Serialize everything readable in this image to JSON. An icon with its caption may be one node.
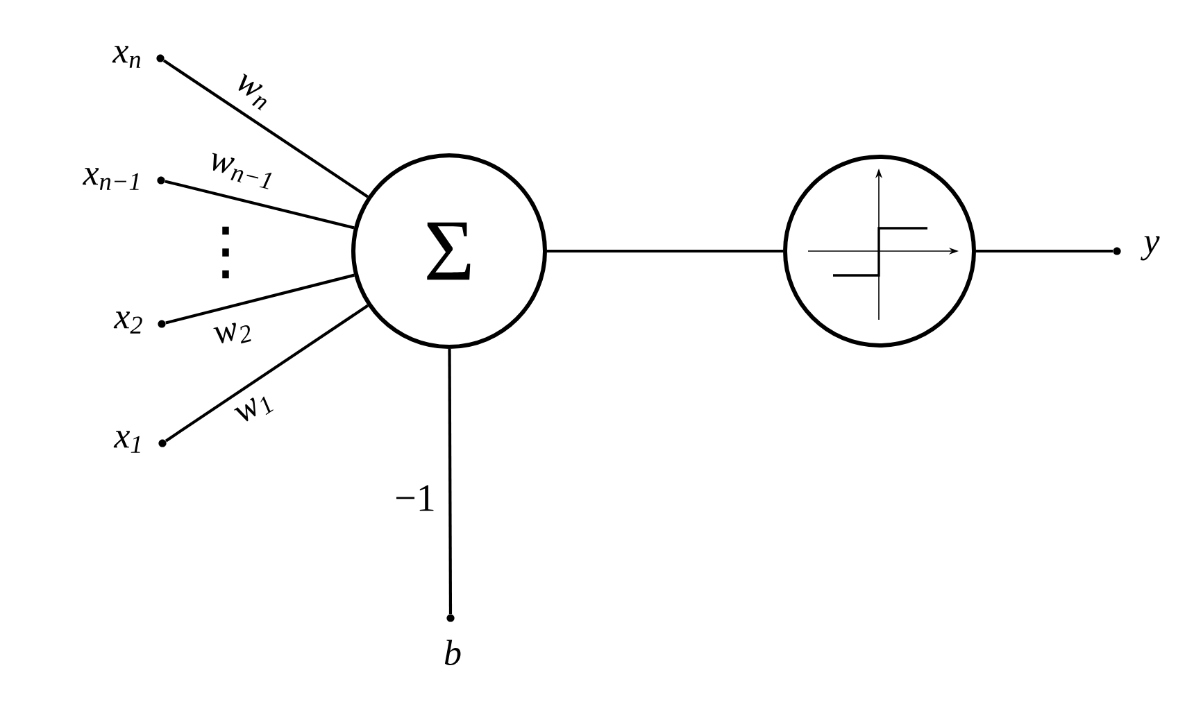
{
  "diagram": {
    "nodes": [
      {
        "text": [],
        "shape": "dot",
        "beside": [
          "x$_{n}$"
        ]
      },
      {
        "text": [],
        "shape": "dot",
        "beside": [
          "x$_{n−1}$"
        ]
      },
      {
        "text": [],
        "shape": "dot",
        "beside": [
          "x$_{2}$"
        ]
      },
      {
        "text": [],
        "shape": "dot",
        "beside": [
          "x$_{1}$"
        ]
      },
      {
        "text": [
          "Σ"
        ]
      },
      {
        "text": [],
        "shape": "circle"
      },
      {
        "text": [],
        "shape": "dot",
        "beside": [
          "y"
        ]
      },
      {
        "text": [],
        "shape": "dot",
        "beside": [
          "b"
        ]
      }
    ],
    "edges": [
      {
        "from": 0,
        "to": 4,
        "arrow": "none",
        "label": "w$_{n}$"
      },
      {
        "from": 1,
        "to": 4,
        "arrow": "none",
        "label": "w$_{n−1}$"
      },
      {
        "from": 2,
        "to": 4,
        "arrow": "none",
        "label": "w$_{2}$"
      },
      {
        "from": 3,
        "to": 4,
        "arrow": "none",
        "label": "w$_{1}$"
      },
      {
        "from": 7,
        "to": 4,
        "arrow": "none",
        "label": "−1"
      },
      {
        "from": 4,
        "to": 5,
        "arrow": "none"
      },
      {
        "from": 5,
        "to": 6,
        "arrow": "none"
      }
    ],
    "labels": [
      "⋮"
    ]
  }
}
